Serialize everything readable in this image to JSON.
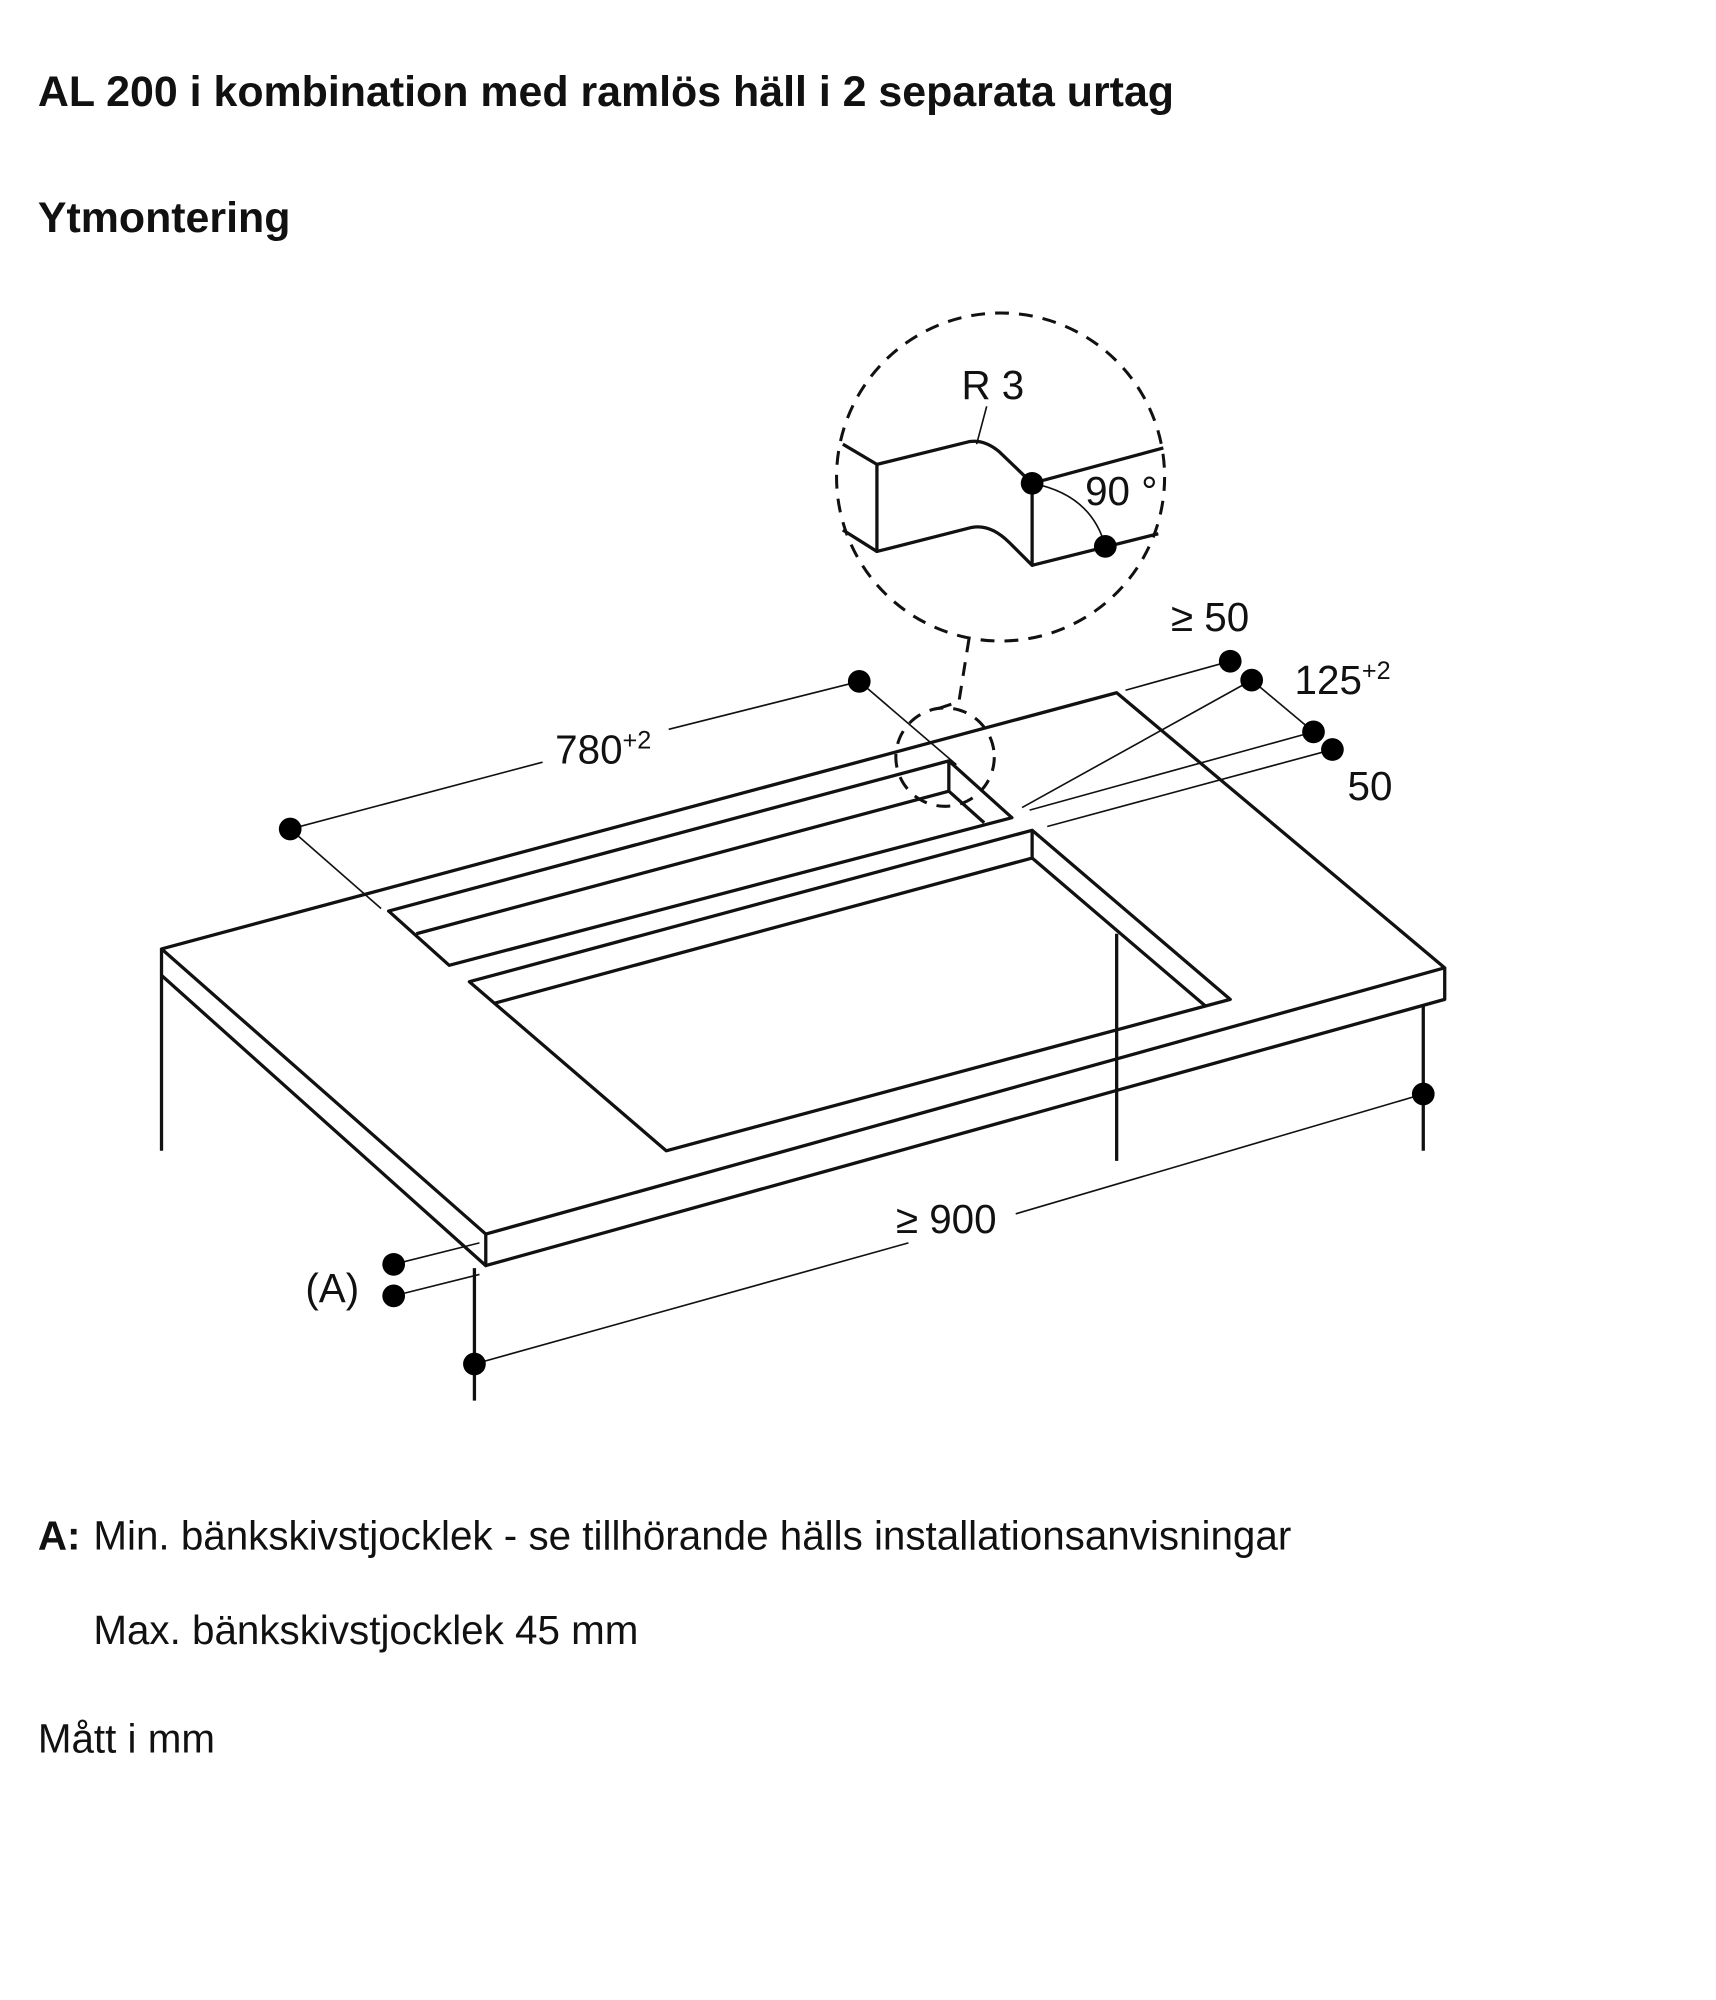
{
  "title": "AL 200 i kombination med ramlös häll i 2 separata urtag",
  "subtitle": "Ytmontering",
  "diagram": {
    "detail_radius": "R 3",
    "detail_angle": "90 °",
    "dim_780": "780",
    "dim_780_tol": "+2",
    "dim_min50": "≥ 50",
    "dim_125": "125",
    "dim_125_tol": "+2",
    "dim_50": "50",
    "dim_900": "≥ 900",
    "label_a": "(A)"
  },
  "notes": {
    "a_label": "A:",
    "a_min": "Min. bänkskivstjocklek - se tillhörande hälls installationsanvisningar",
    "a_max": "Max. bänkskivstjocklek 45 mm",
    "units": "Mått i mm"
  }
}
